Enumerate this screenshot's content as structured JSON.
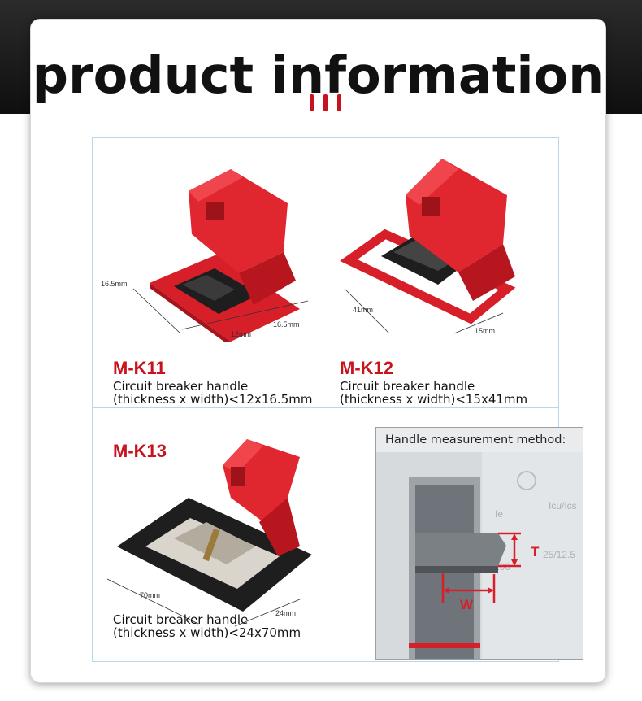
{
  "header": {
    "title": "product information"
  },
  "products": [
    {
      "model": "M-K11",
      "line1": "Circuit breaker handle",
      "line2": "(thickness x width)<12x16.5mm",
      "dims": [
        "16.5mm",
        "12mm",
        "16.5mm"
      ]
    },
    {
      "model": "M-K12",
      "line1": "Circuit breaker handle",
      "line2": "(thickness x width)<15x41mm",
      "dims": [
        "41mm",
        "15mm"
      ]
    },
    {
      "model": "M-K13",
      "line1": "Circuit breaker handle",
      "line2": "(thickness x width)<24x70mm",
      "dims": [
        "70mm",
        "24mm"
      ]
    }
  ],
  "measurement": {
    "title": "Handle measurement method:",
    "label_t": "T",
    "label_w": "W",
    "panel_text": [
      "Ie",
      "Icu/Ics",
      "25/12.5",
      "100"
    ]
  },
  "colors": {
    "accent": "#c8121e",
    "lock_red": "#d71f2a",
    "frame_black": "#1e1e1e"
  }
}
